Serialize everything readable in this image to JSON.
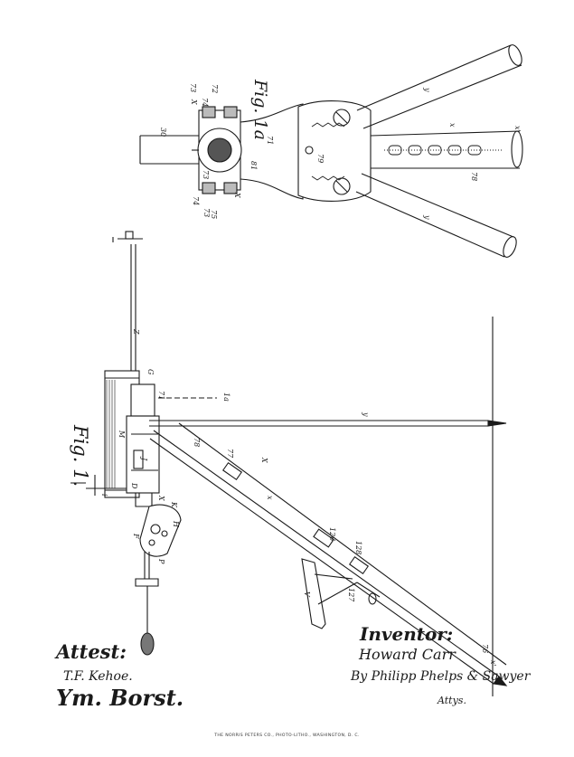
{
  "fig1a": {
    "title": "Fig. 1a",
    "refs": [
      "30",
      "X",
      "74",
      "73",
      "72",
      "74",
      "73",
      "X",
      "73",
      "75",
      "81",
      "71",
      "79",
      "x",
      "x'",
      "78",
      "y",
      "y"
    ]
  },
  "fig1": {
    "title": "Fig. 1.",
    "refs": [
      "M",
      "G",
      "71",
      "1a",
      "y",
      "78",
      "77",
      "X",
      "x",
      "126",
      "128",
      "127",
      "V",
      "76",
      "x'",
      "i",
      "D",
      "J",
      "X",
      "K",
      "H",
      "F",
      "P",
      "Z"
    ]
  },
  "attest": {
    "heading": "Attest:",
    "witness_1": "T.F. Kehoe.",
    "witness_2": "Ym. Borst."
  },
  "inventor": {
    "heading": "Inventor:",
    "name": "Howard Carr",
    "by_line": "By Philipp Phelps & Sawyer",
    "attys": "Attys."
  },
  "printer_line": "THE NORRIS PETERS CO., PHOTO-LITHO., WASHINGTON, D. C."
}
